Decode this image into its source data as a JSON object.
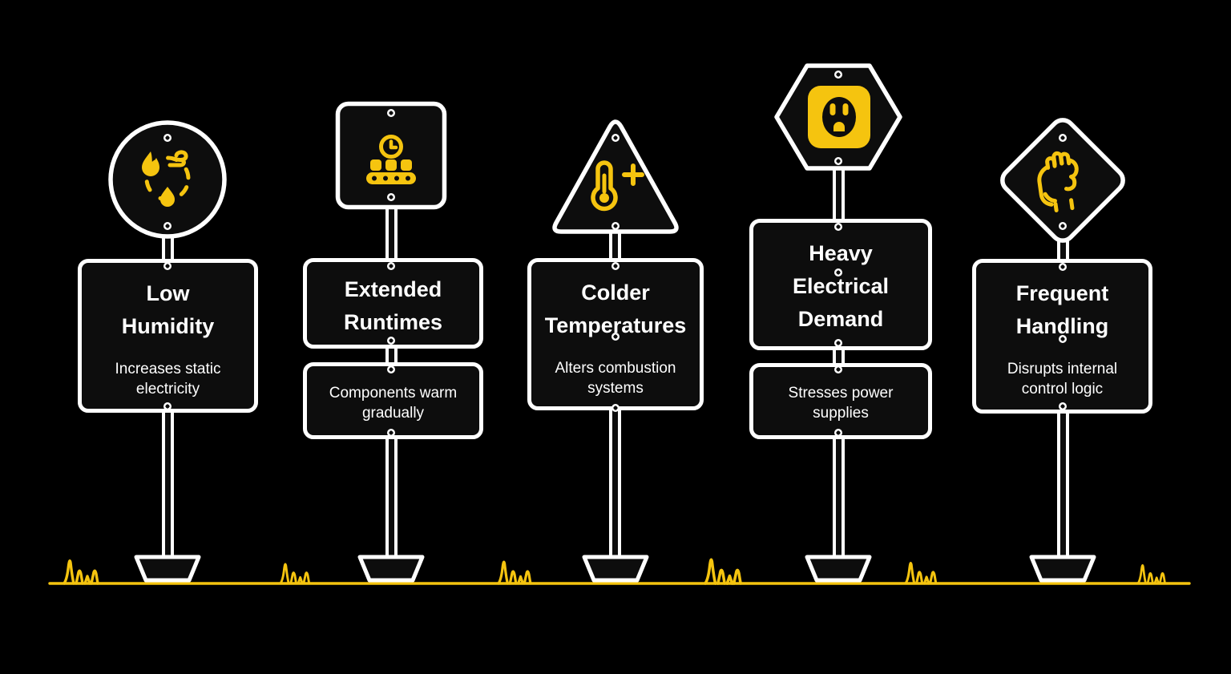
{
  "background_color": "#000000",
  "colors": {
    "accent_yellow": "#F5C40F",
    "outline_white": "#FFFFFF",
    "sign_fill": "#0D0D0D"
  },
  "signs": [
    {
      "id": "low-humidity",
      "shape": "circle",
      "icon": "humidity-cycle-icon",
      "title": "Low\nHumidity",
      "subtitle": "Increases static\nelectricity"
    },
    {
      "id": "extended-runtimes",
      "shape": "rounded-square",
      "icon": "conveyor-clock-icon",
      "title": "Extended\nRuntimes",
      "subtitle": "Components warm\ngradually"
    },
    {
      "id": "colder-temperatures",
      "shape": "triangle",
      "icon": "thermometer-plus-icon",
      "title": "Colder\nTemperatures",
      "subtitle": "Alters combustion\nsystems"
    },
    {
      "id": "heavy-electrical-demand",
      "shape": "hexagon",
      "icon": "power-outlet-icon",
      "title": "Heavy\nElectrical\nDemand",
      "subtitle": "Stresses power\nsupplies"
    },
    {
      "id": "frequent-handling",
      "shape": "diamond",
      "icon": "raised-fist-icon",
      "title": "Frequent\nHandling",
      "subtitle": "Disrupts internal\ncontrol logic"
    }
  ]
}
